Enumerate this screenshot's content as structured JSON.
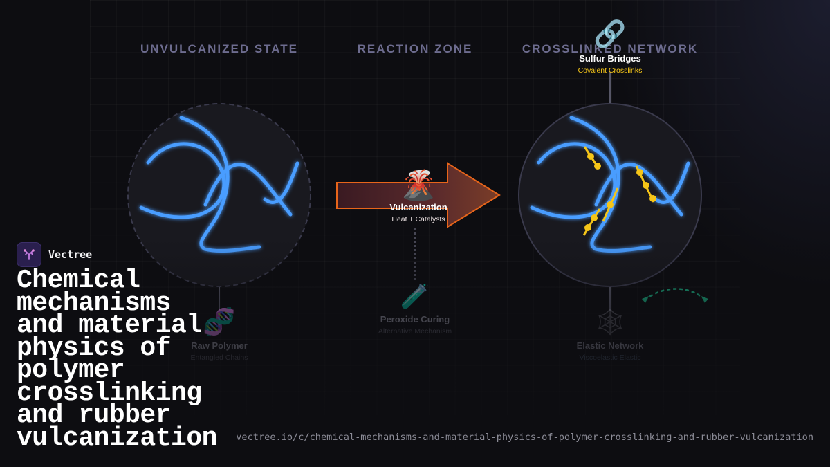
{
  "brand": {
    "name": "Vectree"
  },
  "headline": "Chemical mechanisms and material physics of polymer crosslinking and rubber vulcanization",
  "url": "vectree.io/c/chemical-mechanisms-and-material-physics-of-polymer-crosslinking-and-rubber-vulcanization",
  "diagram": {
    "zones": [
      {
        "label": "UNVULCANIZED STATE"
      },
      {
        "label": "REACTION ZONE"
      },
      {
        "label": "CROSSLINKED NETWORK"
      }
    ],
    "nodes": {
      "raw_polymer": {
        "icon": "dna-icon",
        "glyph": "🧬",
        "title": "Raw Polymer",
        "subtitle": "Entangled Chains"
      },
      "vulcanization": {
        "icon": "volcano-icon",
        "glyph": "🌋",
        "title": "Vulcanization",
        "subtitle": "Heat + Catalysts"
      },
      "peroxide": {
        "icon": "test-tube-icon",
        "glyph": "🧪",
        "title": "Peroxide Curing",
        "subtitle": "Alternative Mechanism"
      },
      "sulfur": {
        "icon": "link-icon",
        "glyph": "🔗",
        "title": "Sulfur Bridges",
        "subtitle": "Covalent Crosslinks"
      },
      "elastic": {
        "icon": "spider-web-icon",
        "glyph": "🕸",
        "title": "Elastic Network",
        "subtitle": "Viscoelastic Elastic"
      }
    },
    "colors": {
      "chain": "#4a9dff",
      "crosslink": "#f5c518",
      "arrow_stroke": "#e8651a",
      "zone_label": "#6d6c8f",
      "reversible_arrow": "#1aa37a"
    }
  }
}
